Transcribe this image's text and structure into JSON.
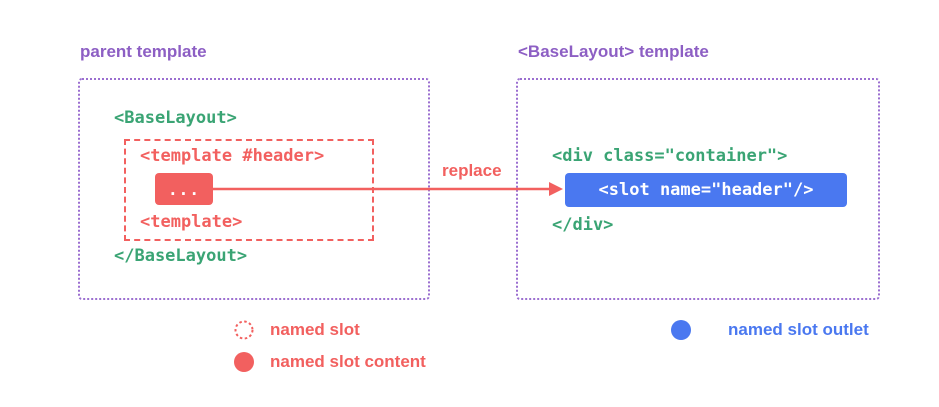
{
  "parent": {
    "title": "parent template",
    "open_tag": "<BaseLayout>",
    "template_open": "<template #header>",
    "content": "...",
    "template_close": "<template>",
    "close_tag": "</BaseLayout>"
  },
  "base": {
    "title": "<BaseLayout> template",
    "div_open": "<div class=\"container\">",
    "slot": "<slot name=\"header\"/>",
    "div_close": "</div>"
  },
  "arrow": {
    "label": "replace"
  },
  "legend": {
    "named_slot": "named slot",
    "named_slot_content": "named slot content",
    "named_slot_outlet": "named slot outlet"
  },
  "colors": {
    "purple": "#9b6fd0",
    "green": "#3aa474",
    "red": "#f2605f",
    "blue": "#4a78f0"
  }
}
